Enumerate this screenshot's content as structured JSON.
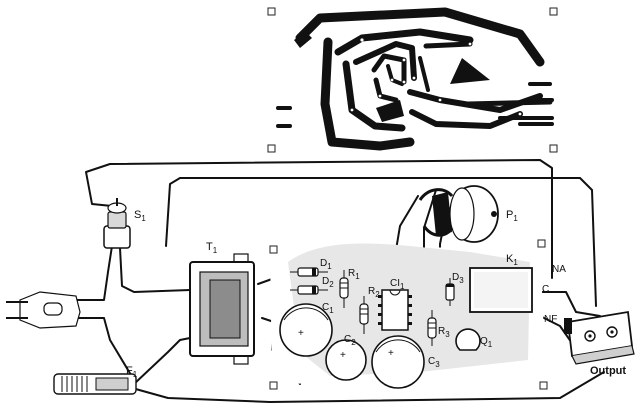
{
  "labels": {
    "s1": "S",
    "s1_sub": "1",
    "t1": "T",
    "t1_sub": "1",
    "f1": "F",
    "f1_sub": "1",
    "d1": "D",
    "d1_sub": "1",
    "d2": "D",
    "d2_sub": "2",
    "d3": "D",
    "d3_sub": "3",
    "r1": "R",
    "r1_sub": "1",
    "r2": "R",
    "r2_sub": "2",
    "r3": "R",
    "r3_sub": "3",
    "ci1": "CI",
    "ci1_sub": "1",
    "c1": "C",
    "c1_sub": "1",
    "c2": "C",
    "c2_sub": "2",
    "c3": "C",
    "c3_sub": "3",
    "q1": "Q",
    "q1_sub": "1",
    "k1": "K",
    "k1_sub": "1",
    "p1": "P",
    "p1_sub": "1",
    "na": "NA",
    "c": "C",
    "nf": "NF",
    "output": "Output"
  }
}
